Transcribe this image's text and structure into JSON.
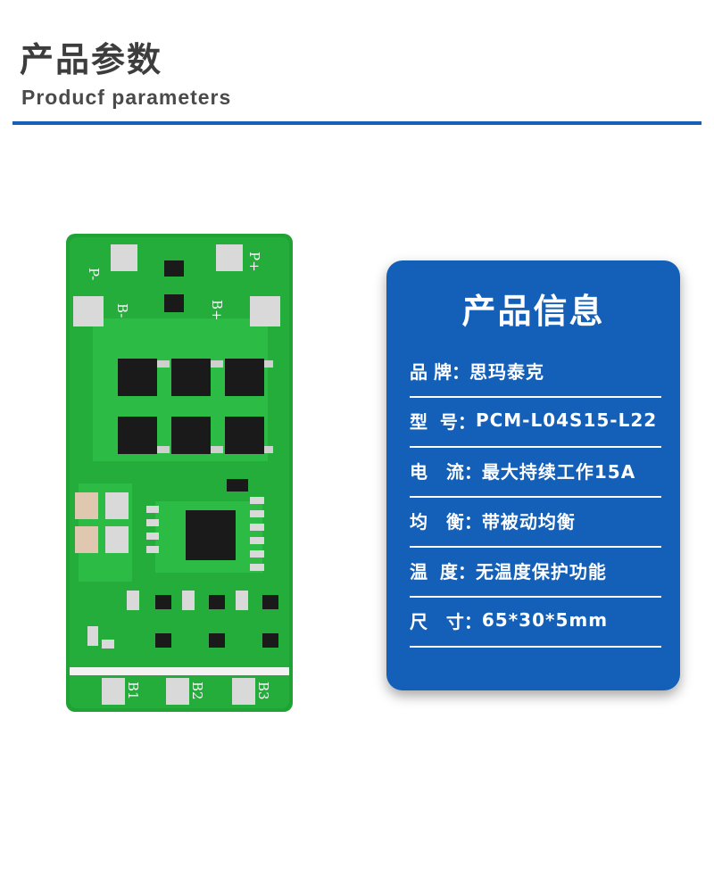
{
  "header": {
    "title_cn": "产品参数",
    "title_en": "Producf  parameters"
  },
  "board": {
    "silk_labels": [
      "P-",
      "P+",
      "B-",
      "B+",
      "B1",
      "B2",
      "B3"
    ],
    "colors": {
      "pcb": "#1fa335",
      "pad": "#d9d9d9",
      "chip": "#1a1a1a"
    }
  },
  "info_card": {
    "title": "产品信息",
    "rows": [
      {
        "label": "品 牌：",
        "value": "思玛泰克"
      },
      {
        "label": "型  号：",
        "value": "PCM-L04S15-L22"
      },
      {
        "label": "电   流：",
        "value": "最大持续工作15A"
      },
      {
        "label": "均   衡：",
        "value": "带被动均衡"
      },
      {
        "label": "温  度：",
        "value": "无温度保护功能"
      },
      {
        "label": "尺   寸：",
        "value": "65*30*5mm"
      }
    ],
    "colors": {
      "card": "#1460b8",
      "text": "#ffffff",
      "rule": "#1660b5"
    }
  }
}
